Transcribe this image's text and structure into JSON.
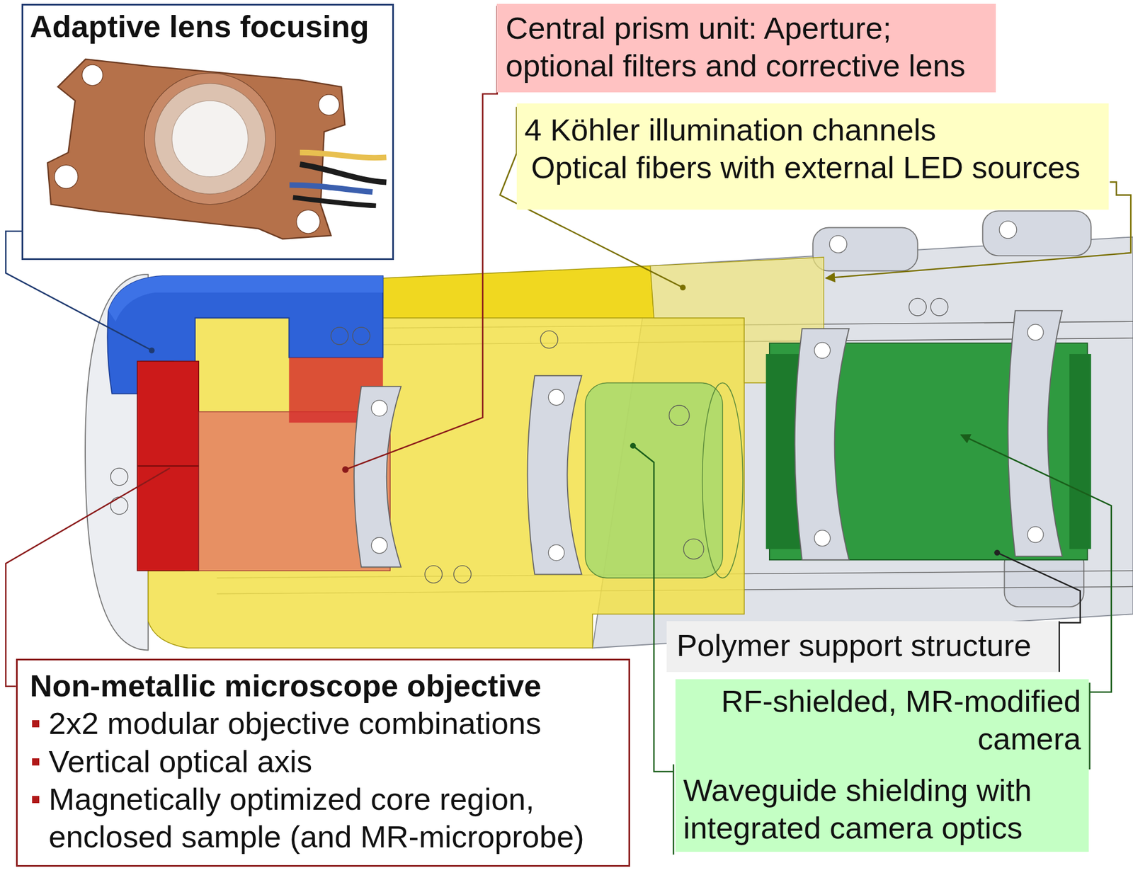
{
  "diagram": {
    "nodes": [
      {
        "text": [
          "Adaptive lens focusing"
        ]
      },
      {
        "text": [
          "Central prism unit: Aperture; optional filters and corrective lens"
        ]
      },
      {
        "text": [
          "4 Köhler illumination channels",
          "Optical fibers with external LED sources"
        ]
      },
      {
        "text": [
          "Non-metallic microscope objective",
          "2x2 modular objective combinations",
          "Vertical optical axis",
          "Magnetically optimized core region, enclosed sample (and MR-microprobe)"
        ]
      },
      {
        "text": [
          "Polymer support structure"
        ]
      },
      {
        "text": [
          "RF-shielded, MR-modified camera",
          "Waveguide shielding with integrated camera optics"
        ]
      }
    ]
  }
}
